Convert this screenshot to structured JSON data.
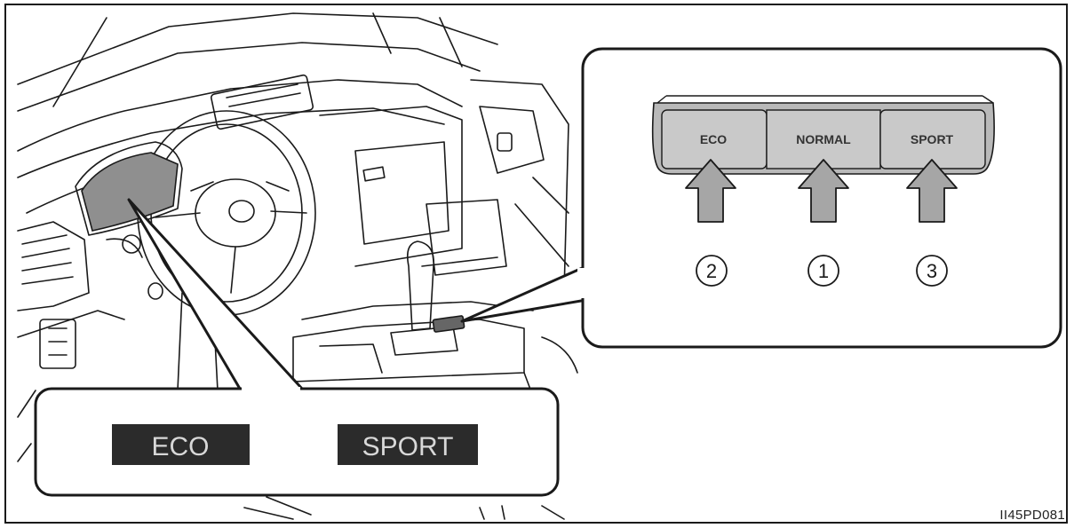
{
  "switch_panel": {
    "buttons": [
      {
        "label": "ECO",
        "callout": "2"
      },
      {
        "label": "NORMAL",
        "callout": "1"
      },
      {
        "label": "SPORT",
        "callout": "3"
      }
    ]
  },
  "indicator_panel": {
    "indicators": [
      "ECO",
      "SPORT"
    ]
  },
  "figure_code": "II45PD081",
  "colors": {
    "line": "#1a1a1a",
    "button_fill": "#c9c9c9",
    "arrow_fill": "#a6a6a6",
    "indicator_bg": "#2b2b2b",
    "indicator_text": "#d8d8d8",
    "screen_fill": "#8f8f8f"
  }
}
